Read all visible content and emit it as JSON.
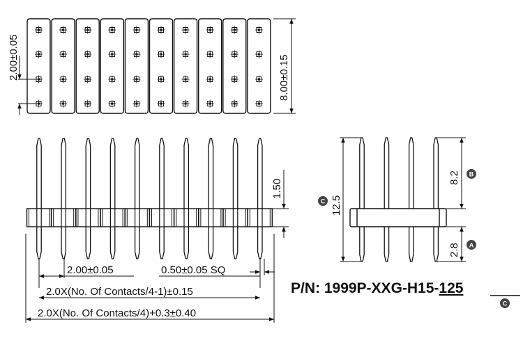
{
  "top_view": {
    "columns": 10,
    "rows": 4,
    "pitch_label": "2.00±0.05",
    "height_label": "8.00±0.15"
  },
  "front_view": {
    "pins": 10,
    "pin_above_label": "1.50",
    "pitch_label": "2.00±0.05",
    "pin_size_label": "0.50±0.05 SQ",
    "span_label": "2.0X(No. Of Contacts/4-1)±0.15",
    "overall_label": "2.0X(No. Of Contacts/4)+0.3±0.40"
  },
  "side_view": {
    "pins": 4,
    "total_label": "12.5",
    "upper_label": "8.2",
    "lower_label": "2.8"
  },
  "badges": {
    "a": "A",
    "b": "B",
    "c": "C"
  },
  "part_number": {
    "prefix": "P/N: 1999P-XXG-H15-",
    "suffix": "125"
  }
}
